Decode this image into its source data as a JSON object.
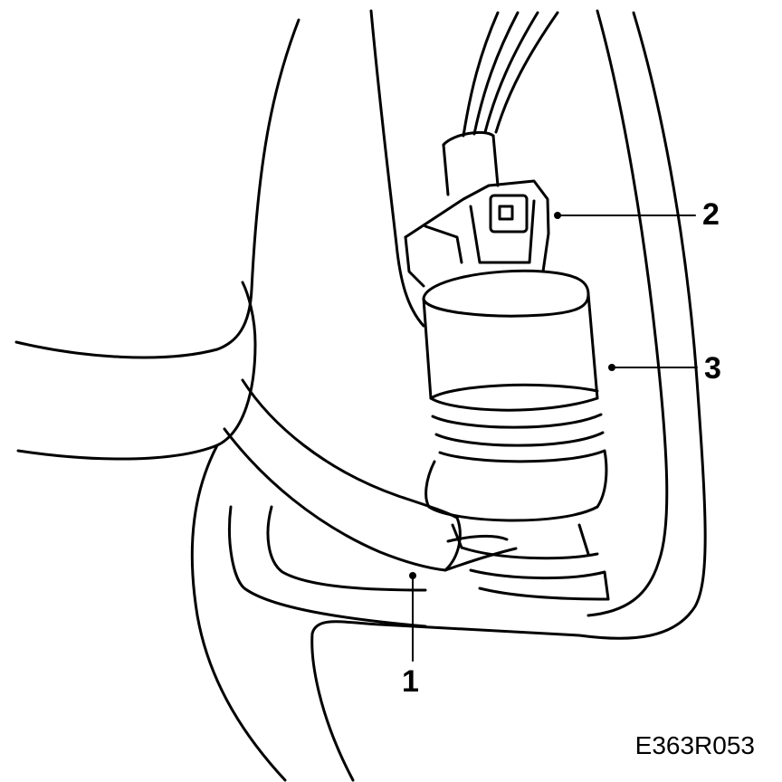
{
  "callouts": {
    "c1": "1",
    "c2": "2",
    "c3": "3"
  },
  "figure_id": "E363R053",
  "colors": {
    "ink": "#000000",
    "paper": "#ffffff"
  }
}
